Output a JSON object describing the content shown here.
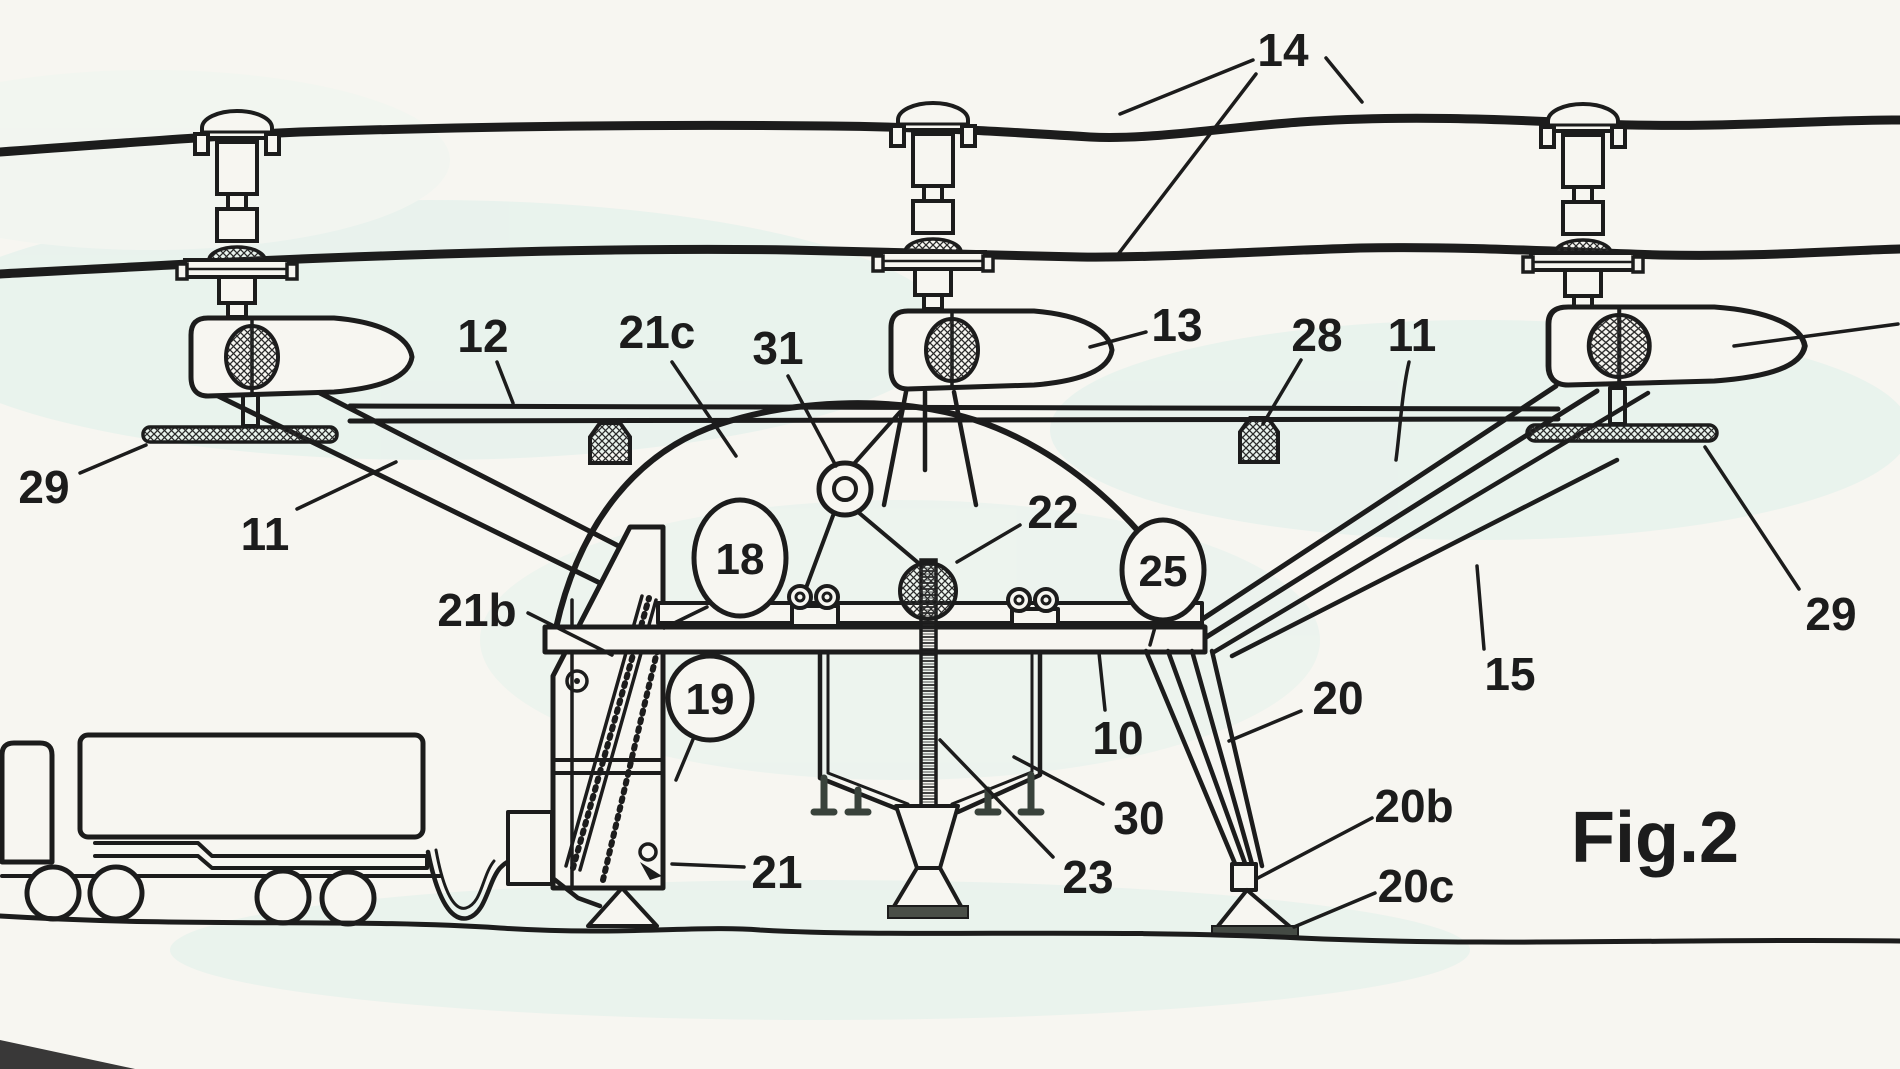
{
  "figure": {
    "caption": "Fig.2",
    "kind": "patent line drawing, cable-suspended rotor machine side view",
    "ink_color": "#1c1c1c",
    "paper_color": "#f7f6f1",
    "tint_color": "#d9efe8",
    "labels": {
      "n14": "14",
      "n12": "12",
      "n21c": "21c",
      "n31": "31",
      "n13": "13",
      "n28": "28",
      "n11_right": "11",
      "n11_left": "11",
      "n29_left": "29",
      "n29_right": "29",
      "n18": "18",
      "n22": "22",
      "n25": "25",
      "n21b": "21b",
      "n19": "19",
      "n10": "10",
      "n20": "20",
      "n15": "15",
      "n30": "30",
      "n23": "23",
      "n21": "21",
      "n20b": "20b",
      "n20c": "20c"
    }
  }
}
